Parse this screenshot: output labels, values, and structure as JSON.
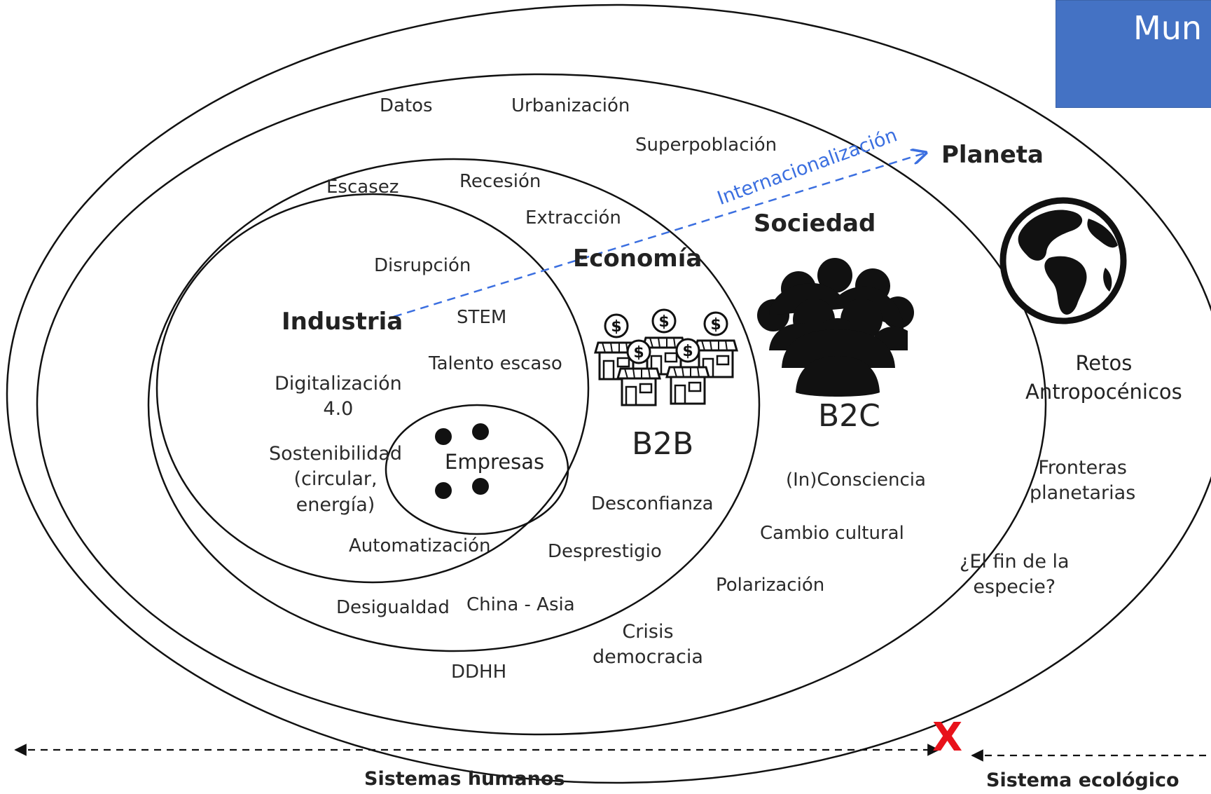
{
  "banner": {
    "text": "Mun",
    "color": "#4472c4"
  },
  "levels": {
    "planeta": "Planeta",
    "sociedad": "Sociedad",
    "economia": "Economía",
    "industria": "Industria",
    "empresas": "Empresas"
  },
  "arrow_label": "Internacionalización",
  "b2b": "B2B",
  "b2c": "B2C",
  "labels": {
    "datos": "Datos",
    "urbanizacion": "Urbanización",
    "superpoblacion": "Superpoblación",
    "escasez": "Escasez",
    "recesion": "Recesión",
    "extraccion": "Extracción",
    "disrupcion": "Disrupción",
    "stem": "STEM",
    "talento": "Talento escaso",
    "digitalizacion_1": "Digitalización",
    "digitalizacion_2": "4.0",
    "sostenibilidad_1": "Sostenibilidad",
    "sostenibilidad_2": "(circular,",
    "sostenibilidad_3": "energía)",
    "automatizacion": "Automatización",
    "desconfianza": "Desconfianza",
    "desprestigio": "Desprestigio",
    "desigualdad": "Desigualdad",
    "china": "China - Asia",
    "crisis_1": "Crisis",
    "crisis_2": "democracia",
    "ddhh": "DDHH",
    "inconsciencia": "(In)Consciencia",
    "cambio": "Cambio cultural",
    "polarizacion": "Polarización",
    "retos_1": "Retos",
    "retos_2": "Antropocénicos",
    "fronteras_1": "Fronteras",
    "fronteras_2": "planetarias",
    "fin_1": "¿El fin de la",
    "fin_2": "especie?"
  },
  "axis": {
    "human": "Sistemas humanos",
    "ecological": "Sistema ecológico",
    "divider": "X",
    "divider_color": "#e8121a"
  },
  "accent_color": "#3b6fe0",
  "icons": [
    "globe-icon",
    "people-group-icon",
    "storefront-icon"
  ]
}
